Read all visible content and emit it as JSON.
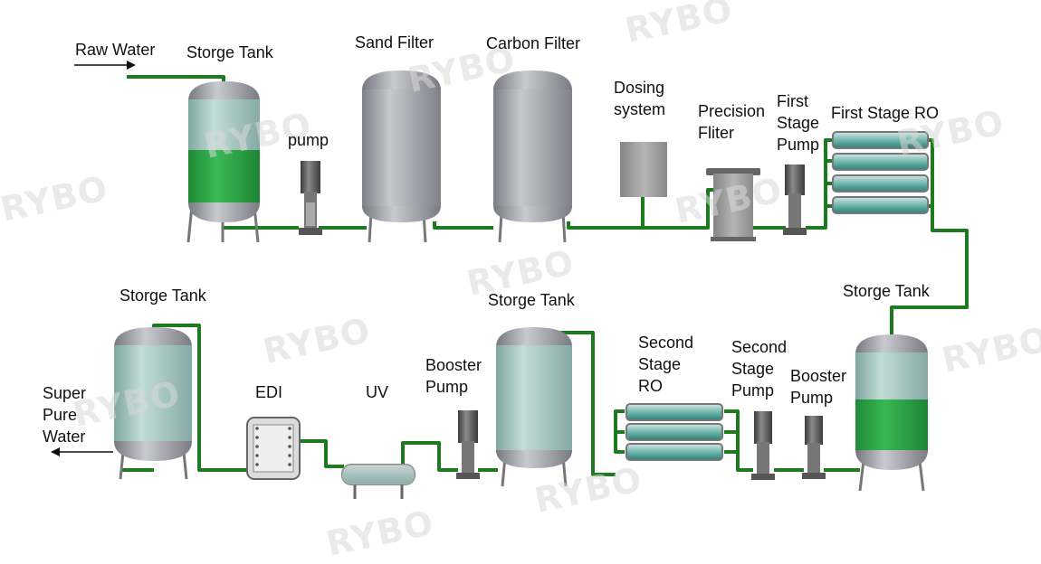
{
  "labels": {
    "raw_water": "Raw Water",
    "storage_tank_1": "Storge Tank",
    "pump": "pump",
    "sand_filter": "Sand Filter",
    "carbon_filter": "Carbon Filter",
    "dosing": "Dosing\nsystem",
    "precision_filter": "Precision\nFliter",
    "first_stage_pump": "First\nStage\nPump",
    "first_stage_ro": "First Stage RO",
    "storage_tank_2": "Storge Tank",
    "booster_pump_1": "Booster\nPump",
    "second_stage_pump": "Second\nStage\nPump",
    "second_stage_ro": "Second\nStage\nRO",
    "storage_tank_3": "Storge Tank",
    "booster_pump_2": "Booster\nPump",
    "uv": "UV",
    "edi": "EDI",
    "storage_tank_4": "Storge Tank",
    "super_pure_water": "Super\nPure\nWater"
  },
  "watermark": "RYBO",
  "colors": {
    "pipe": "#1e7a1e",
    "water": "#2fa84a",
    "tank_body": "#a9c9c2",
    "tank_cap": "#9a9aa4",
    "filter": "#a8a8b2",
    "membrane": "#4aa59a",
    "pump": "#5c5c5c"
  }
}
